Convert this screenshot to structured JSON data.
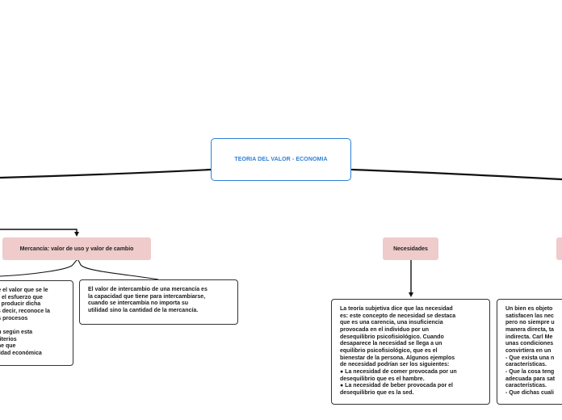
{
  "map": {
    "root": {
      "title": "TEORIA DEL VALOR - ECONOMIA"
    },
    "topics": {
      "mercancia": {
        "label": "Mercancía: valor de uso y valor de cambio"
      },
      "necesidades": {
        "label": "Necesidades"
      }
    },
    "cards": {
      "left": {
        "lines": [
          "ue el valor que se le",
          "or el esfuerzo que",
          "er producir dicha",
          "es decir, reconoce la",
          "os procesos",
          "",
          "ón según esta",
          " criterios",
          "ene que",
          "alidad económica"
        ]
      },
      "mercancia": {
        "lines": [
          "El valor de intercambio de una mercancía es",
          "la capacidad que tiene  para intercambiarse,",
          "cuando se intercambia no importa su",
          "utilidad sino la cantidad de la mercancía."
        ]
      },
      "needs": {
        "lines": [
          "La teoría subjetiva dice que las necesidad",
          "es: este concepto de necesidad se destaca",
          "que es una carencia, una insuficiencia",
          "provocada en el individuo por un",
          "desequilibrio psicofisiológico. Cuando",
          "desaparece la necesidad se llega a un",
          "equilibrio psicofisiológico, que es el",
          "bienestar de la persona. Algunos ejemplos",
          "de necesidad podrían ser los siguientes:",
          "● La necesidad de comer provocada por un",
          "desequilibrio que es el hambre.",
          "● La necesidad de beber provocada por el",
          "desequilibrio que es la sed."
        ]
      },
      "right": {
        "lines": [
          "Un bien es objeto",
          "satisfacen las nec",
          "pero no siempre u",
          "manera directa, ta",
          "indirecta. Carl Me",
          "unas condiciones",
          "convirtiera en un",
          "- Que exista una n",
          "características.",
          "- Que la cosa teng",
          "adecuada para sat",
          "características.",
          "- Que dichas cuali"
        ]
      }
    }
  },
  "colors": {
    "root_border": "#2f7fd6",
    "root_text": "#2f7fd6",
    "topic_fill": "#efcbcb",
    "connector": "#111111",
    "card_border": "#333333"
  }
}
